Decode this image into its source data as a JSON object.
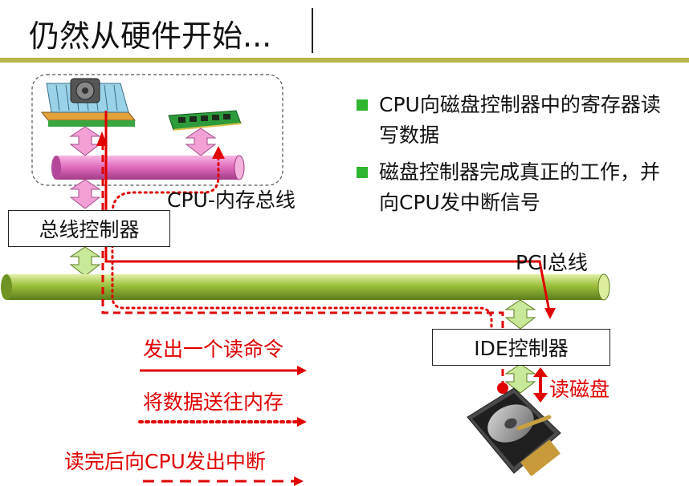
{
  "title": "仍然从硬件开始...",
  "bullets": [
    "CPU向磁盘控制器中的寄存器读写数据",
    "磁盘控制器完成真正的工作，并向CPU发中断信号"
  ],
  "labels": {
    "cpu_memory_bus": "CPU-内存总线",
    "bus_controller": "总线控制器",
    "pci_bus": "PCI总线",
    "ide_controller": "IDE控制器",
    "read_disk": "读磁盘"
  },
  "legend": [
    {
      "text": "发出一个读命令",
      "style": "solid"
    },
    {
      "text": "将数据送往内存",
      "style": "dotted"
    },
    {
      "text": "读完后向CPU发出中断",
      "style": "dashed"
    }
  ],
  "colors": {
    "accent_red": "#e00000",
    "bullet_green": "#2fb52f",
    "title_rule": "#b5b54a",
    "memory_bus": "#e36fc0",
    "pci_bus": "#9bbf3c",
    "connector_pink": "#f2a0d6",
    "connector_green": "#c8e89a"
  }
}
